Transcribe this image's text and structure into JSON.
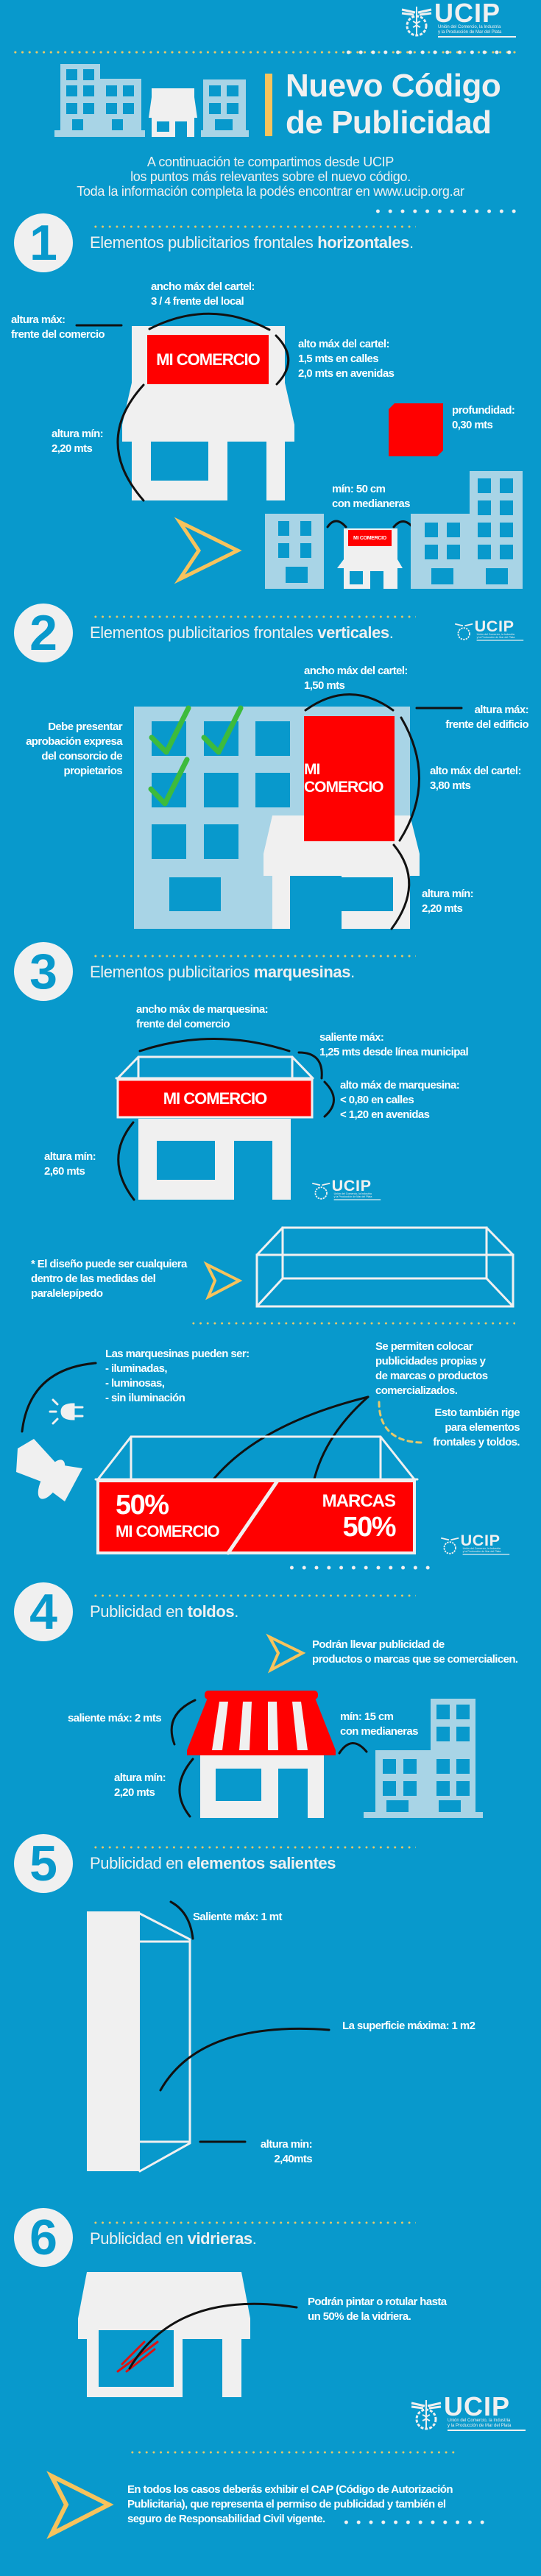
{
  "logo": {
    "name": "UCIP",
    "subtitle_line1": "Unión del Comercio, la Industria",
    "subtitle_line2": "y la Producción de Mar del Plata"
  },
  "header": {
    "title_line1": "Nuevo Código",
    "title_line2": "de Publicidad",
    "intro": [
      "A continuación te compartimos desde UCIP",
      "los puntos más relevantes sobre el nuevo código.",
      "Toda la información completa la podés encontrar en www.ucip.org.ar"
    ]
  },
  "sign_text": "MI COMERCIO",
  "sections": [
    {
      "number": "1",
      "title_prefix": "Elementos publicitarios frontales ",
      "title_bold": "horizontales",
      "title_suffix": ".",
      "labels": {
        "ancho": "ancho máx del cartel:\n3 / 4 frente del local",
        "altura_max": "altura máx:\nfrente del comercio",
        "alto_max": "alto máx del cartel:\n1,5 mts en calles\n2,0 mts en avenidas",
        "profundidad": "profundidad:\n0,30 mts",
        "altura_min": "altura mín:\n2,20 mts",
        "medianeras": "mín: 50 cm\ncon medianeras"
      }
    },
    {
      "number": "2",
      "title_prefix": "Elementos publicitarios frontales ",
      "title_bold": "verticales",
      "title_suffix": ".",
      "labels": {
        "ancho": "ancho máx del cartel:\n1,50 mts",
        "altura_max": "altura máx:\nfrente del edificio",
        "alto_max": "alto máx del cartel:\n3,80 mts",
        "altura_min": "altura mín:\n2,20 mts",
        "consorcio": "Debe presentar\naprobación expresa\ndel consorcio de\npropietarios"
      }
    },
    {
      "number": "3",
      "title_prefix": "Elementos publicitarios ",
      "title_bold": "marquesinas",
      "title_suffix": ".",
      "labels": {
        "ancho": "ancho máx de marquesina:\nfrente del comercio",
        "saliente": "saliente máx:\n1,25 mts desde línea municipal",
        "alto_max": "alto máx de marquesina:\n< 0,80 en calles\n< 1,20 en avenidas",
        "altura_min": "altura mín:\n2,60 mts",
        "diseno": "* El diseño puede ser cualquiera\n   dentro de las medidas del\n   paralelepípedo",
        "tipos": "Las marquesinas pueden ser:\n- iluminadas,\n- luminosas,\n- sin iluminación",
        "permiten": "Se permiten colocar\npublicidades propias y\nde marcas o productos\ncomercializados.",
        "rige": "Esto también rige\npara elementos\nfrontales y toldos.",
        "pct_left": "50%",
        "left_name": "MI COMERCIO",
        "right_name": "MARCAS",
        "pct_right": "50%"
      }
    },
    {
      "number": "4",
      "title_prefix": "Publicidad en ",
      "title_bold": "toldos",
      "title_suffix": ".",
      "labels": {
        "podran": "Podrán llevar publicidad de\nproductos o marcas que se comercialicen.",
        "saliente": "saliente máx: 2 mts",
        "altura_min": "altura mín:\n2,20 mts",
        "medianeras": "mín: 15 cm\ncon medianeras"
      }
    },
    {
      "number": "5",
      "title_prefix": "Publicidad en ",
      "title_bold": "elementos salientes",
      "title_suffix": "",
      "labels": {
        "saliente": "Saliente máx: 1 mt",
        "superficie": "La superficie máxima: 1 m2",
        "altura_min": "altura min:\n2,40mts"
      }
    },
    {
      "number": "6",
      "title_prefix": "Publicidad en ",
      "title_bold": "vidrieras",
      "title_suffix": ".",
      "labels": {
        "pintar": "Podrán pintar o rotular hasta\nun 50% de la vidriera."
      }
    }
  ],
  "footer": {
    "text": "En todos los casos deberás exhibir el CAP (Código de Autorización\nPublicitaria), que representa el permiso de publicidad y también el\nseguro de Responsabilidad Civil vigente."
  },
  "colors": {
    "background": "#0899cc",
    "sign_red": "#ff0000",
    "accent_yellow": "#f7c35c",
    "building_blue": "#a8d4e6",
    "check_green": "#3dbb3d"
  }
}
